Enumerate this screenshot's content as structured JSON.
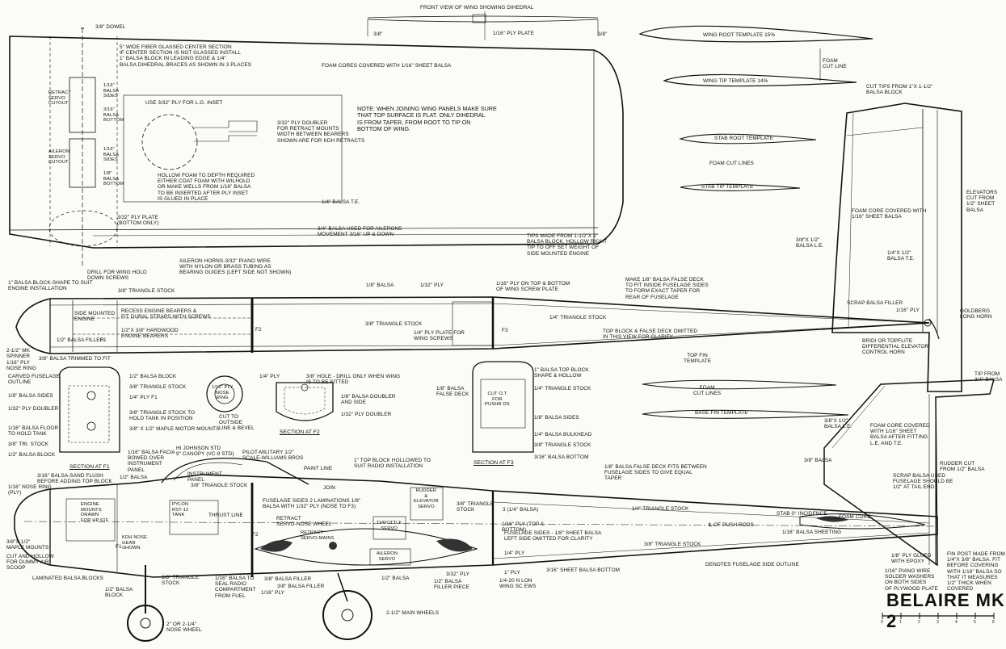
{
  "title": "BELAIRE MK 2",
  "scale": {
    "ticks": [
      "0",
      "1",
      "2",
      "3",
      "4",
      "5",
      "6"
    ]
  },
  "wing": {
    "front_view_title": "FRONT VIEW OF WING SHOWING DIHEDRAL",
    "dihedral_left": "3/8\"",
    "dihedral_right": "3/8\"",
    "ply_plate": "1/16\" PLY PLATE",
    "dowel": "3/8\" DOWEL",
    "center_section": "5\" WIDE FIBER GLASSED CENTER SECTION\nIF CENTER SECTION IS NOT GLASSED INSTALL\n1\" BALSA BLOCK IN LEADING EDGE & 1/4\"\nBALSA DIHEDRAL BRACES AS SHOWN IN 3 PLACES",
    "foam_cores": "FOAM CORES COVERED WITH 1/16\" SHEET BALSA",
    "note": "NOTE:  WHEN JOINING WING PANELS MAKE SURE\n          THAT TOP SURFACE IS FLAT. ONLY DIHEDRAL\n          IS FROM TAPER, FROM ROOT TO TIP ON\n          BOTTOM OF WING.",
    "retract_servo": "RETRACT\nSERVO\nCUTOUT",
    "balsa_sides_1": "1/16\"\nBALSA\nSIDES",
    "balsa_bottom_1": "3/16\"\nBALSA\nBOTTOM",
    "aileron_servo": "AILERON\nSERVO\nCUTOUT",
    "balsa_sides_2": "1/16\"\nBALSA\nSIDES",
    "balsa_bottom_2": "1/8\"\nBALSA\nBOTTOM",
    "lg_inset": "USE 3/32\" PLY FOR L.G. INSET",
    "ply_doubler": "3/32\" PLY DOUBLER\nFOR RETRACT MOUNTS\nWIDTH BETWEEN BEARERS\nSHOWN ARE FOR KDH RETRACTS",
    "hollow_foam": "HOLLOW FOAM TO DEPTH REQUIRED\nEITHER COAT FOAM WITH WILHOLD\nOR MAKE WELLS FROM 1/16\" BALSA\nTO BE INSERTED AFTER PLY INSET\nIS GLUED IN PLACE",
    "te": "1/4\" BALSA T.E.",
    "ply_plate_bottom": "3/32\" PLY PLATE\n(BOTTOM ONLY)",
    "ailerons": "3/4\" BALSA USED FOR AILERONS\nMOVEMENT 3/16\" UP & DOWN",
    "tips": "TIPS MADE FROM 1-1/2\"X 2\"\nBALSA BLOCK. HOLLOW RIGHT\nTIP TO OFF SET WEIGHT OF\nSIDE MOUNTED ENGINE",
    "drill": "DRILL FOR WING HOLD\nDOWN SCREWS",
    "aileron_horns": "AILERON HORNS-3/32\" PIANO WIRE\nWITH NYLON OR BRASS TUBING AS\nBEARING GUIDES (LEFT SIDE NOT SHOWN)"
  },
  "templates": {
    "wing_root": "WING ROOT TEMPLATE 15%",
    "foam_cut": "FOAM\nCUT LINE",
    "wing_tip": "WING TIP TEMPLATE 14%",
    "stab_root": "STAB ROOT TEMPLATE",
    "foam_cut_lines": "FOAM CUT LINES",
    "stab_tip": "STAB TIP TEMPLATE",
    "top_fin": "TOP FIN\nTEMPLATE",
    "fin_foam_cut": "FOAM\nCUT LINES",
    "base_fin": "BASE FIN TEMPLATE"
  },
  "stab": {
    "cut_tips": "CUT TIPS FROM 1\"X 1-1/2\"\nBALSA BLOCK",
    "elevators": "ELEVATORS\nCUT FROM\n1/2\" SHEET\nBALSA",
    "foam_core": "FOAM CORE COVERED WITH\n1/16\" SHEET BALSA",
    "le": "3/8\"X 1/2\"\nBALSA L.E.",
    "te": "1/4\"X 1/2\"\nBALSA T.E.",
    "scrap": "SCRAP BALSA FILLER",
    "ply": "1/16\" PLY",
    "goldberg": "GOLDBERG\nLONG HORN",
    "bridi": "BRIDI OR TOPFLITE\nDIFFERENTIAL ELEVATOR\nCONTROL HORN"
  },
  "top_view": {
    "balsa_block": "1\" BALSA BLOCK-SHAPE TO SUIT\nENGINE INSTALLATION",
    "tri_stock": "3/8\" TRIANGLE STOCK",
    "balsa_18": "1/8\" BALSA",
    "ply_132": "1/32\" PLY",
    "ply_top_bottom": "1/16\" PLY ON TOP & BOTTOM\nOF WING SCREW PLATE",
    "false_deck": "MAKE 1/8\" BALSA FALSE DECK\nTO FIT INSIDE FUSELAGE SIDES\nTO FORM EXACT TAPER FOR\nREAR OF FUSELAGE",
    "side_mounted": "SIDE MOUNTED\nENGINE",
    "recess": "RECESS ENGINE BEARERS &\nFIT DURAL STRAPS WITH SCREWS",
    "hardwood": "1/2\"X 3/8\" HARDWOOD\nENGINE BEARERS",
    "f2": "F2",
    "tri_stock_2": "3/8\" TRIANGLE STOCK",
    "ply_plate_screws": "1/4\" PLY PLATE FOR\nWING SCREWS",
    "f3": "F3",
    "tri_14": "1/4\" TRIANGLE STOCK",
    "top_block": "TOP BLOCK & FALSE DECK OMITTED\nIN THIS VIEW FOR CLARITY",
    "spinner": "2-1/2\" MK\nSPINNER",
    "nose_ring": "1/16\" PLY\nNOSE RING",
    "filler": "1/2\" BALSA FILLER",
    "f1": "F1",
    "trimmed": "3/8\" BALSA TRIMMED TO FIT"
  },
  "sections": {
    "f1_title": "SECTION AT F1",
    "f1_carved": "CARVED FUSELAGE\nOUTLINE",
    "f1_sides": "1/8\" BALSA SIDES",
    "f1_doubler": "1/32\" PLY DOUBLER",
    "f1_floor": "1/16\" BALSA FLOOR\nTO HOLD TANK",
    "f1_tri": "3/8\" TRI. STOCK",
    "f1_block": "1/2\" BALSA BLOCK",
    "f1_r_block": "1/2\" BALSA BLOCK",
    "f1_r_tri": "3/8\" TRIANGLE STOCK",
    "f1_r_ply": "1/4\" PLY F1",
    "f1_r_tank": "3/8\" TRIANGLE STOCK TO\nHOLD TANK IN POSITION",
    "f1_r_maple": "3/8\" X 1/2\" MAPLE MOTOR MOUNTS",
    "nose_ring": "1/16\" PLY\nNOSE\nRING",
    "cut_outside": "CUT TO\nOUTSIDE\nLINE & BEVEL",
    "f2_title": "SECTION AT F2",
    "f2_ply": "1/4\" PLY",
    "f2_hole": "3/8\" HOLE - DRILL ONLY WHEN WING\nIS TO BE FITTED",
    "f2_doubler": "1/8\" BALSA DOUBLER\nAND SIDE",
    "f2_ply_doubler": "1/32\" PLY DOUBLER",
    "f3_title": "SECTION AT F3",
    "f3_false": "1/8\" BALSA\nFALSE DECK",
    "f3_top": "1\" BALSA TOP BLOCK\nSHAPE & HOLLOW",
    "f3_tri": "1/4\" TRIANGLE STOCK",
    "f3_cut": "CUT O.T\nFOR\nPUSHR DS",
    "f3_sides": "1/8\" BALSA SIDES",
    "f3_bulkhead": "1/4\" BALSA BULKHEAD",
    "f3_tri2": "3/8\" TRIANGLE STOCK",
    "f3_bottom": "3/16\" BALSA BOTTOM"
  },
  "fin": {
    "tip": "TIP FROM\n3/4\" BALSA",
    "foam_core": "FOAM CORE COVERED\nWITH 1/16\" SHEET\nBALSA AFTER FITTING\nL.E. AND T.E.",
    "le": "3/8\"X 1/2\"\nBALSA L.E.",
    "balsa_38": "3/8\" BALSA",
    "rudder": "RUDDER CUT\nFROM 1/2\" BALSA",
    "scrap": "SCRAP BALSA USED\nFUSELAGE SHOULD BE\n1/2\" AT TAIL END",
    "fin_post": "FIN POST MADE FROM\n1/4\"X 3/8\" BALSA. FIT\nBEFORE COVERING\nWITH 1/16\" BALSA SO\nTHAT IT MEASURES\n1/2\" THICK WHEN\nCOVERED"
  },
  "side_view": {
    "canopy": "HI JOHNSON STD\n9\" CANOPY (VC-9 STD)",
    "pilot": "PILOT-MILITARY 1/2\"\nSCALE-WILLIAMS BROS",
    "top_block": "1\" TOP BLOCK HOLLOWED TO\nSUIT RADIO INSTALLATION",
    "facia": "1/16\" BALSA FACIA\nBOWED OVER\nINSTRUMENT\nPANEL",
    "instrument": "INSTRUMENT\nPANEL",
    "paint": "PAINT LINE",
    "join": "JOIN",
    "sand_flush": "3/16\" BALSA-SAND FLUSH\nBEFORE ADDING TOP BLOCK",
    "nose_ring": "1/16\" NOSE RING\n(PLY)",
    "half_balsa": "1/2\" BALSA",
    "tri_38": "3/8\" TRIANGLE STOCK",
    "mounts": "ENGINE\nMOUNTS\nDRAWN\nFOR HP 61F",
    "pylon": "PYLON\nRST-12\nTANK",
    "thrust": "THRUST LINE",
    "fus_sides": "FUSELAGE SIDES 2 LAMINATIONS 1/8\"\nBALSA WITH 1/32\" PLY (NOSE TO F3)",
    "retract_servo": "RETRACT\nSERVO-NOSE WHEEL",
    "throttle": "THROTTLE\nSERVO",
    "rudder_servo": "RUDDER\n&\nELEVATOR\nSERVO",
    "tri_38b": "3/8\" TRIANGLE\nSTOCK",
    "f3_label": "3 (1/4\" BALSA)",
    "false_deck": "1/8\" BALSA FALSE DECK FITS BETWEEN\nFUSELAGE SIDES TO GIVE EQUAL\nTAPER",
    "tri_14": "1/4\" TRIANGLE STOCK",
    "stab_incidence": "STAB 0° INCIDENCE",
    "push_rods": "℄ OF PUSH RODS",
    "foam_core": "FOAM CORE",
    "sheeting": "1/16\" BALSA SHEETING",
    "maple": "3/8\"X 1/2\"\nMAPLE MOUNTS",
    "f1": "F1",
    "f2": "F2",
    "scoop": "CUT AND HOLLOW\nFOR DUMMY AIR\nSCOOP",
    "laminated": "LAMINATED BALSA BLOCKS",
    "half_block": "1/2\" BALSA\nBLOCK",
    "kdh": "KDH NOSE\nGEAR\nSHOWN",
    "tri_stock": "3/8\" TRIANGLE\nSTOCK",
    "seal": "1/16\" BALSA TO\nSEAL RADIO\nCOMPARTMENT\nFROM FUEL",
    "filler_1": "3/8\" BALSA FILLER",
    "filler_2": "3/8\" BALSA FILLER",
    "ply_116": "1/16\" PLY",
    "retract_mains": "RETRACT\nSERVO-MAINS",
    "aileron_servo": "AILERON\nSERVO",
    "ply_top_bottom": "1/16\" PLY (TOP &\nBOTTOM)",
    "fus_sides_note": "FUSELAGE SIDES - 1/8\" SHEET BALSA\nLEFT SIDE OMITTED FOR CLARITY",
    "ply_14": "1/4\" PLY",
    "half_balsa_b": "1/2\" BALSA",
    "ply_332": "3/32\" PLY",
    "filler_piece": "1/2\" BALSA\nFILLER PIECE",
    "ply_1": "1\" PLY",
    "screws": "1/4-20 N LON\nWING SC EWS",
    "bottom": "3/16\" SHEET BALSA BOTTOM",
    "tri_bottom": "3/8\" TRIANGLE STOCK",
    "outline": "DENOTES FUSELAGE SIDE OUTLINE",
    "ply_epoxy": "1/8\" PLY GLUED\nWITH EPOXY",
    "piano": "1/16\" PIANO WIRE\nSOLDER WASHERS\nON BOTH SIDES\nOF PLYWOOD PLATE",
    "nose_wheel": "2\" OR 2-1/4\"\nNOSE WHEEL",
    "main_wheels": "2-1/2\" MAIN WHEELS"
  }
}
